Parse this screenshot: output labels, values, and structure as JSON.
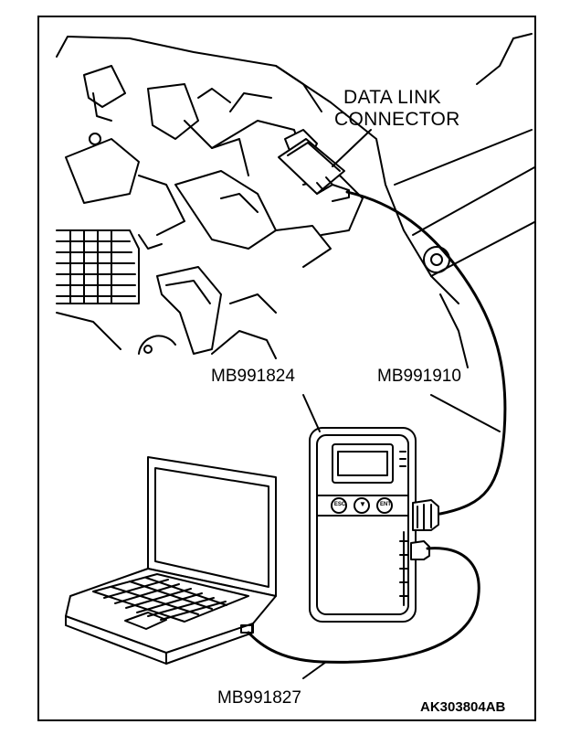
{
  "labels": {
    "data_link_line1": "DATA LINK",
    "data_link_line2": "CONNECTOR",
    "mut_unit": "MB991824",
    "main_cable": "MB991910",
    "usb_cable": "MB991827",
    "figure_code": "AK303804AB"
  },
  "button_labels": [
    "ESC",
    "▼",
    "ENT"
  ],
  "colors": {
    "ink": "#000000",
    "paper": "#ffffff"
  }
}
